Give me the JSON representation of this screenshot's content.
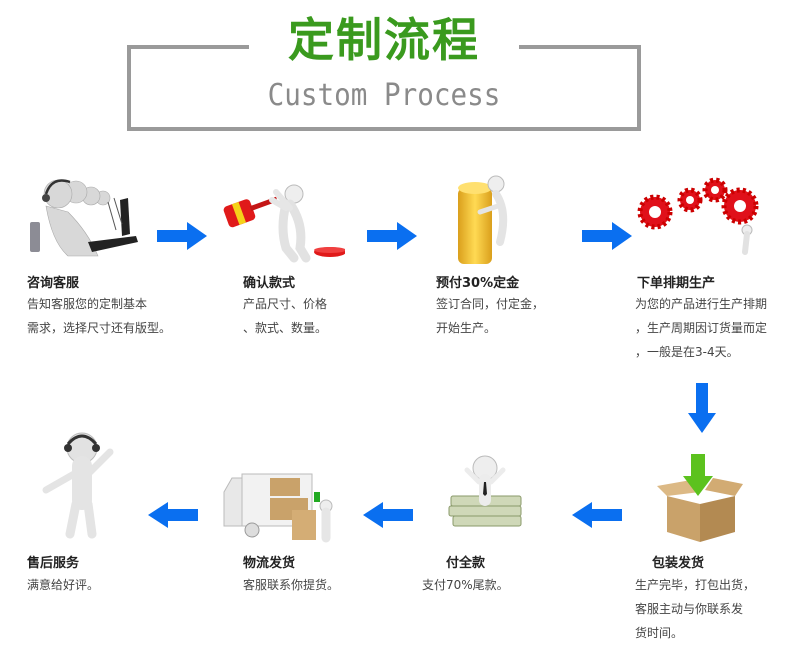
{
  "header": {
    "title_cn": "定制流程",
    "title_en": "Custom Process"
  },
  "colors": {
    "title_green": "#3a9a1e",
    "frame_gray": "#9a9a9a",
    "arrow_blue": "#0a6ff0",
    "gear_red": "#e0101a",
    "coin_gold": "#f2b51a",
    "box_brown": "#c9a26a",
    "box_arrow_green": "#5cc21e"
  },
  "steps": [
    {
      "title": "咨询客服",
      "lines": [
        "告知客服您的定制基本",
        "需求，选择尺寸还有版型。"
      ],
      "icon": "customer-service-agents-icon"
    },
    {
      "title": "确认款式",
      "lines": [
        "产品尺寸、价格",
        "、款式、数量。"
      ],
      "icon": "gavel-confirm-icon"
    },
    {
      "title": "预付30%定金",
      "lines": [
        "签订合同，付定金，",
        "开始生产。"
      ],
      "icon": "gold-coins-icon"
    },
    {
      "title": "下单排期生产",
      "lines": [
        "为您的产品进行生产排期",
        "，生产周期因订货量而定",
        "，一般是在3-4天。"
      ],
      "icon": "gears-icon"
    },
    {
      "title": "包装发货",
      "lines": [
        "生产完毕，打包出货，",
        "客服主动与你联系发",
        "货时间。"
      ],
      "icon": "package-box-icon"
    },
    {
      "title": "付全款",
      "lines": [
        "支付70%尾款。"
      ],
      "icon": "money-stack-icon"
    },
    {
      "title": "物流发货",
      "lines": [
        "客服联系你提货。"
      ],
      "icon": "delivery-truck-icon"
    },
    {
      "title": "售后服务",
      "lines": [
        "满意给好评。"
      ],
      "icon": "after-sales-agent-icon"
    }
  ]
}
